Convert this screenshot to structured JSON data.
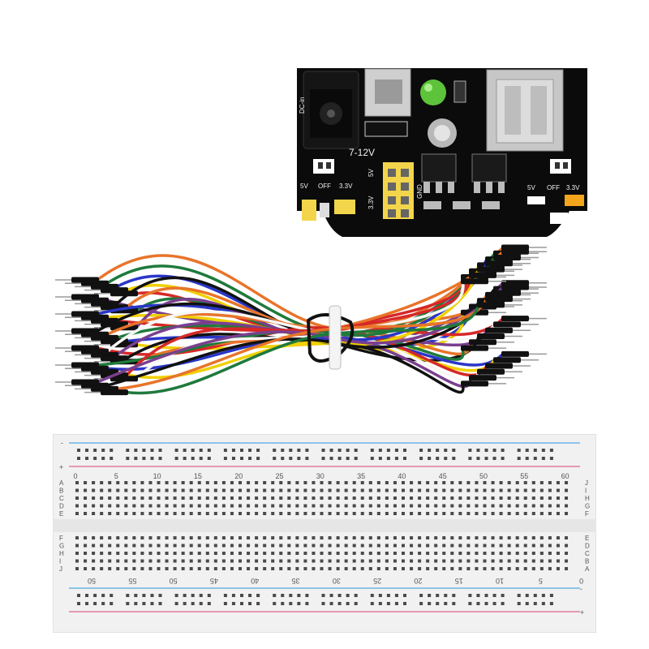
{
  "power_module": {
    "dc_in_label": "DC-in",
    "voltage_label": "7-12V",
    "left_jumper": {
      "label_5v": "5V",
      "label_off": "OFF",
      "label_33v": "3.3V"
    },
    "right_jumper": {
      "label_5v": "5V",
      "label_off": "OFF",
      "label_33v": "3.3V"
    },
    "header_labels": {
      "v5": "5V",
      "v33": "3.3V",
      "gnd": "GND"
    }
  },
  "jumper_wires": {
    "colors": [
      "#e8742a",
      "#1f7a3c",
      "#2a36c8",
      "#f0d000",
      "#d62828",
      "#ffffff",
      "#7a3f8f",
      "#111111"
    ]
  },
  "breadboard": {
    "top_column_numbers": [
      "0",
      "5",
      "10",
      "15",
      "20",
      "25",
      "30",
      "35",
      "40",
      "45",
      "50",
      "55",
      "60"
    ],
    "bottom_column_numbers": [
      "50",
      "55",
      "50",
      "45",
      "40",
      "35",
      "30",
      "25",
      "20",
      "15",
      "10",
      "5",
      "0"
    ],
    "left_rows_top": [
      "A",
      "B",
      "C",
      "D",
      "E"
    ],
    "left_rows_bottom": [
      "F",
      "G",
      "H",
      "I",
      "J"
    ],
    "right_rows_top": [
      "J",
      "I",
      "H",
      "G",
      "F"
    ],
    "right_rows_bottom": [
      "E",
      "D",
      "C",
      "B",
      "A"
    ],
    "rail_plus": "+",
    "rail_minus": "-"
  }
}
